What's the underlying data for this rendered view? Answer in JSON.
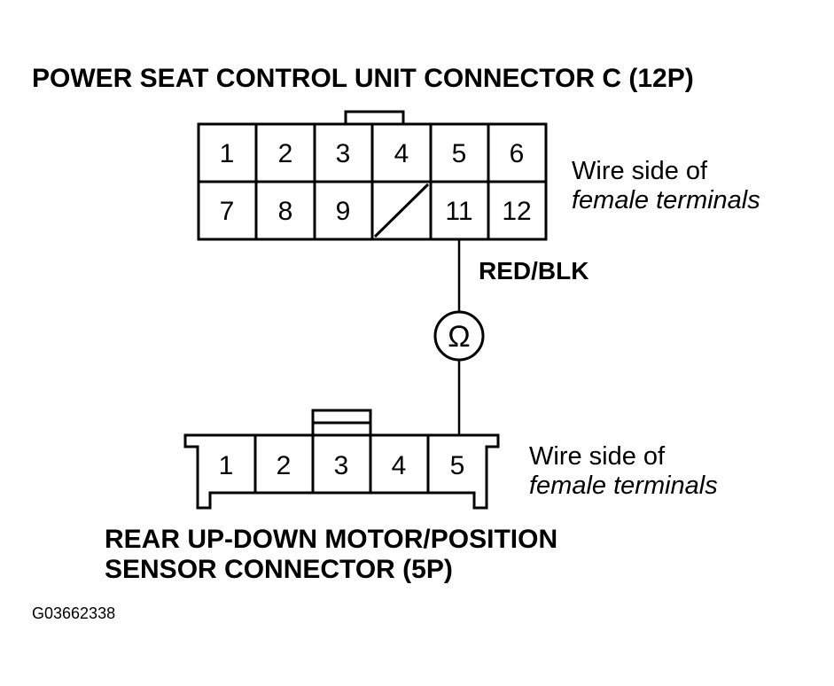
{
  "title_top": "POWER SEAT CONTROL UNIT CONNECTOR C (12P)",
  "connector_c": {
    "terminals": [
      "1",
      "2",
      "3",
      "4",
      "5",
      "6",
      "7",
      "8",
      "9",
      "",
      "11",
      "12"
    ]
  },
  "connector_c_note": {
    "line1": "Wire side of",
    "line2": "female terminals"
  },
  "wire_label": "RED/BLK",
  "ohmmeter_symbol": "Ω",
  "connector_5p": {
    "terminals": [
      "1",
      "2",
      "3",
      "4",
      "5"
    ]
  },
  "connector_5p_note": {
    "line1": "Wire side of",
    "line2": "female terminals"
  },
  "title_bottom": {
    "line1": "REAR UP-DOWN MOTOR/POSITION",
    "line2": "SENSOR CONNECTOR (5P)"
  },
  "figure_id": "G03662338"
}
